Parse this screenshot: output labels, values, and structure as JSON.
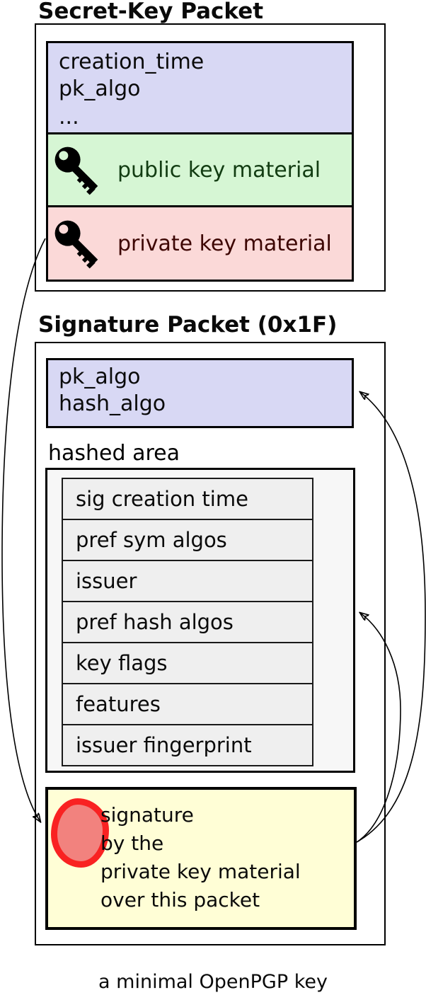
{
  "secret_key_packet": {
    "title": "Secret-Key Packet",
    "header_fields": [
      "creation_time",
      "pk_algo",
      "..."
    ],
    "public_key_label": "public key material",
    "private_key_label": "private key material"
  },
  "signature_packet": {
    "title": "Signature Packet (0x1F)",
    "header_fields": [
      "pk_algo",
      "hash_algo"
    ],
    "hashed_area_label": "hashed area",
    "subpackets": [
      "sig creation time",
      "pref sym algos",
      "issuer",
      "pref hash algos",
      "key flags",
      "features",
      "issuer fingerprint"
    ],
    "signature_lines": [
      "signature",
      "by the",
      "private key material",
      "over this packet"
    ]
  },
  "caption": "a minimal OpenPGP key",
  "icons": {
    "public_key": "key-icon",
    "private_key": "key-icon",
    "signature": "seal-icon"
  },
  "colors": {
    "field_header_bg": "#d8d8f4",
    "public_bg": "#d6f6d4",
    "public_text": "#123c12",
    "private_bg": "#fbd9d8",
    "private_text": "#3d0603",
    "hashed_bg": "#f7f7f7",
    "subpacket_bg": "#efefef",
    "signature_bg": "#fffed6",
    "seal_fill": "#f2827e",
    "seal_stroke": "#f92222",
    "line": "#000000"
  }
}
